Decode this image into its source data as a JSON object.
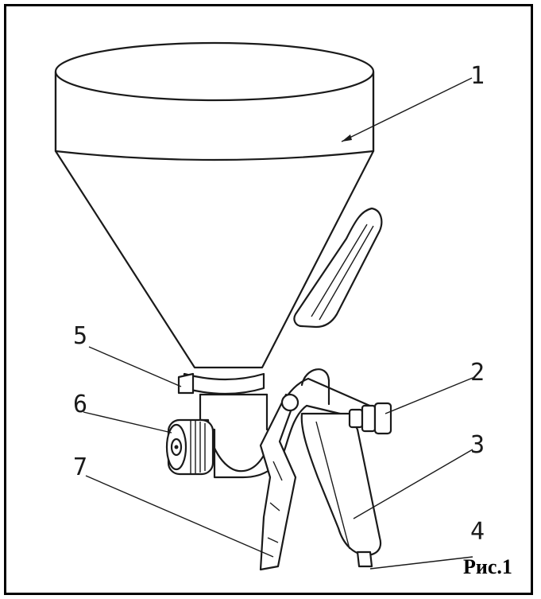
{
  "figure": {
    "caption": "Рис.1",
    "callouts": [
      {
        "id": "1",
        "label": "1"
      },
      {
        "id": "2",
        "label": "2"
      },
      {
        "id": "3",
        "label": "3"
      },
      {
        "id": "4",
        "label": "4"
      },
      {
        "id": "5",
        "label": "5"
      },
      {
        "id": "6",
        "label": "6"
      },
      {
        "id": "7",
        "label": "7"
      }
    ]
  }
}
